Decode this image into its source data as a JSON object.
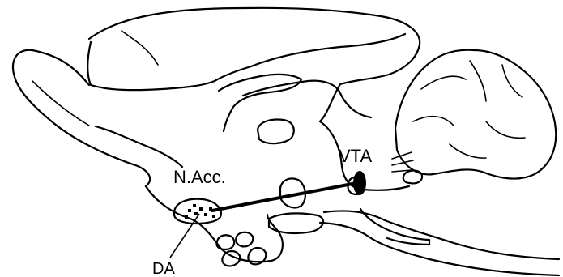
{
  "labels": {
    "nacc": "N.Acc.",
    "vta": "VTA",
    "da": "DA"
  },
  "colors": {
    "ink": "#000000",
    "background": "#ffffff"
  }
}
